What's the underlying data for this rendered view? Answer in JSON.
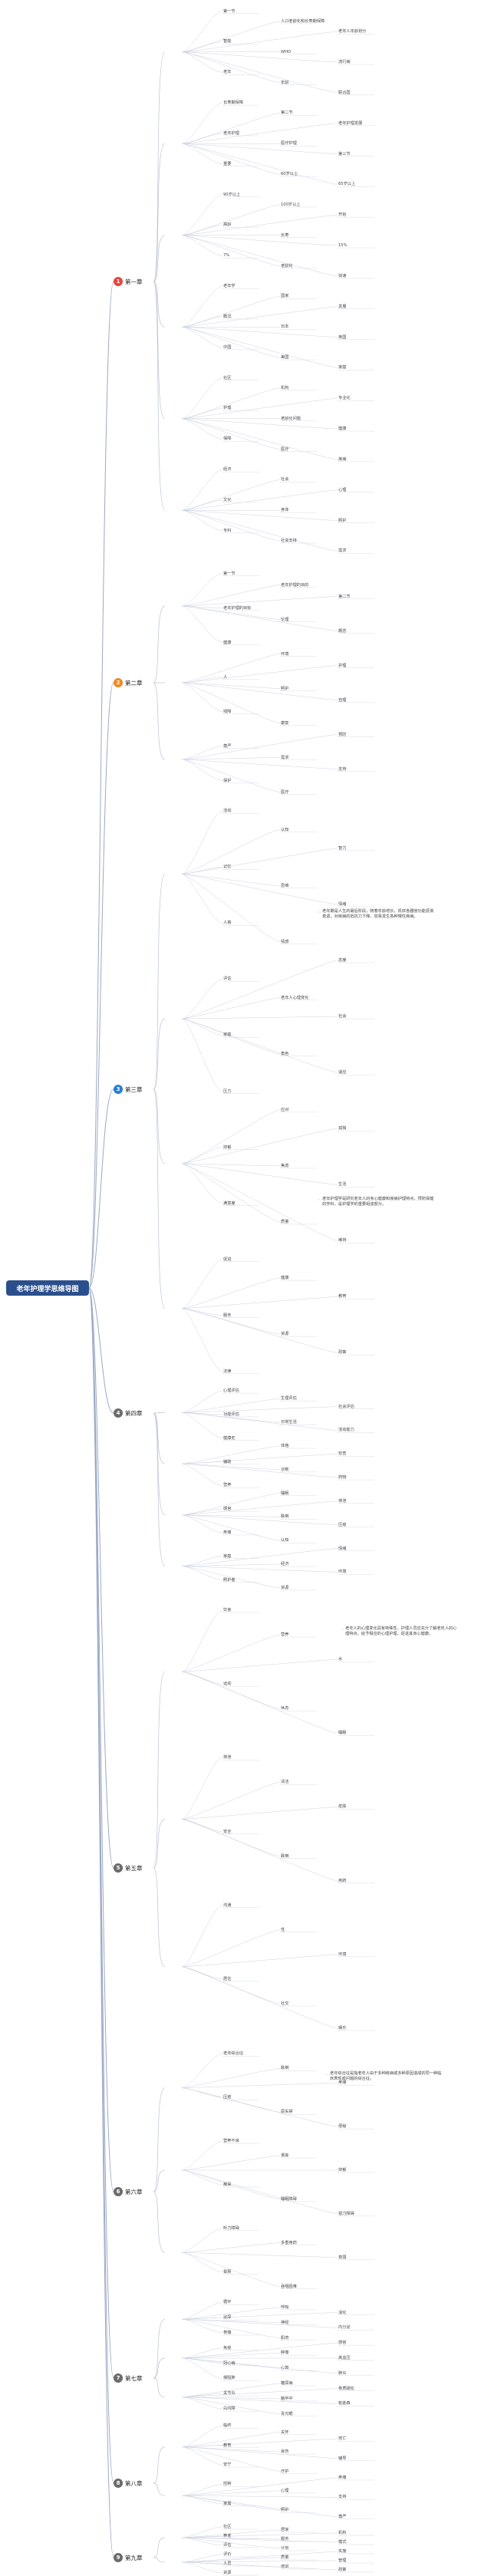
{
  "root": {
    "title": "老年护理学思维导图"
  },
  "chapters": [
    {
      "num": "1",
      "label": "第一章"
    },
    {
      "num": "2",
      "label": "第二章"
    },
    {
      "num": "3",
      "label": "第三章"
    },
    {
      "num": "4",
      "label": "第四章"
    },
    {
      "num": "5",
      "label": "第五章"
    },
    {
      "num": "6",
      "label": "第六章"
    },
    {
      "num": "7",
      "label": "第七章"
    },
    {
      "num": "8",
      "label": "第八章"
    },
    {
      "num": "9",
      "label": "第九章"
    }
  ],
  "leaves": {
    "c1": [
      "第一节",
      "人口老龄化和长寿期保障",
      "老年人年龄划分",
      "智能",
      "WHO",
      "流行病",
      "老年",
      "年龄",
      "联合国",
      "长寿期保障",
      "第二节",
      "老年护理发展",
      "老年护理",
      "医疗护理",
      "第三节",
      "重要",
      "60岁以上",
      "65岁以上",
      "90岁以上",
      "100岁以上",
      "开始",
      "高龄",
      "长寿",
      "15%",
      "7%",
      "老龄化",
      "快速",
      "老年学",
      "国家",
      "发展",
      "概况",
      "日本",
      "英国",
      "中国",
      "美国",
      "家庭",
      "社区",
      "机构",
      "专业化",
      "护理",
      "老龄化问题",
      "健康",
      "保障",
      "医疗",
      "疾病",
      "经济",
      "社会",
      "心理",
      "文化",
      "身体",
      "照护",
      "专科",
      "社会支持",
      "需求"
    ],
    "c2": [
      "第一节",
      "老年护理的目的",
      "第二节",
      "老年护理的目标",
      "伦理",
      "概念",
      "健康",
      "环境",
      "护理",
      "人",
      "照护",
      "自理",
      "残障",
      "康复",
      "预防",
      "尊严",
      "需求",
      "支持",
      "保护",
      "医疗"
    ],
    "c3": [
      "活动",
      "认知",
      "智力",
      "记忆",
      "思维",
      "情绪",
      "人格",
      "情感",
      "态度",
      "评估",
      "老年人心理变化",
      "社会",
      "家庭",
      "角色",
      "适应",
      "压力",
      "应对",
      "孤独",
      "抑郁",
      "焦虑",
      "生活",
      "满意度",
      "质量",
      "维持",
      "促进",
      "健康",
      "教育",
      "服务",
      "资源",
      "政策",
      "法律"
    ],
    "c4": [
      "心理评估",
      "生理评估",
      "社会评估",
      "功能评估",
      "日常生活",
      "活动能力",
      "健康史",
      "体格",
      "检查",
      "辅助",
      "诊断",
      "药物",
      "营养",
      "睡眠",
      "排泄",
      "感官",
      "跌倒",
      "压疮",
      "疼痛",
      "认知",
      "情绪",
      "家庭",
      "经济",
      "环境",
      "照护者",
      "资源"
    ],
    "c5": [
      "饮食",
      "营养",
      "水",
      "运动",
      "休息",
      "睡眠",
      "排泄",
      "清洁",
      "皮肤",
      "安全",
      "跌倒",
      "用药",
      "沟通",
      "性",
      "环境",
      "居住",
      "社交",
      "娱乐"
    ],
    "c6": [
      "老年综合征",
      "跌倒",
      "疼痛",
      "压疮",
      "尿失禁",
      "便秘",
      "营养不良",
      "谵妄",
      "抑郁",
      "痴呆",
      "睡眠障碍",
      "视力障碍",
      "听力障碍",
      "多重用药",
      "衰弱",
      "晕厥",
      "吞咽困难"
    ],
    "c7": [
      "循环",
      "呼吸",
      "消化",
      "泌尿",
      "神经",
      "内分泌",
      "骨骼",
      "肌肉",
      "感官",
      "免疫",
      "肿瘤",
      "高血压",
      "冠心病",
      "心衰",
      "肺炎",
      "慢阻肺",
      "糖尿病",
      "骨质疏松",
      "关节炎",
      "脑卒中",
      "帕金森",
      "白内障",
      "青光眼"
    ],
    "c8": [
      "临终",
      "关怀",
      "死亡",
      "教育",
      "哀伤",
      "辅导",
      "安宁",
      "疗护",
      "疼痛",
      "控制",
      "心理",
      "支持",
      "家属",
      "照护",
      "尊严"
    ],
    "c9": [
      "社区",
      "居家",
      "机构",
      "养老",
      "服务",
      "模式",
      "评估",
      "计划",
      "实施",
      "评价",
      "质量",
      "管理",
      "人员",
      "培训",
      "政策",
      "资源"
    ]
  },
  "paragraphs": [
    "老年期是人生的最后阶段，随着年龄增长，机体各器官功能逐渐衰退，对疾病的抵抗力下降，容易发生各种慢性疾病。",
    "老年护理学是研究老年人的身心健康和疾病护理特点，预防保健的学科，是护理学的重要组成部分。",
    "老年人的心理变化具有特殊性，护理人员应充分了解老年人的心理特点，给予相应的心理护理，促进其身心健康。",
    "老年综合征是指老年人由于多种疾病或多种原因造成的同一种临床表现或问题的综合征。"
  ]
}
